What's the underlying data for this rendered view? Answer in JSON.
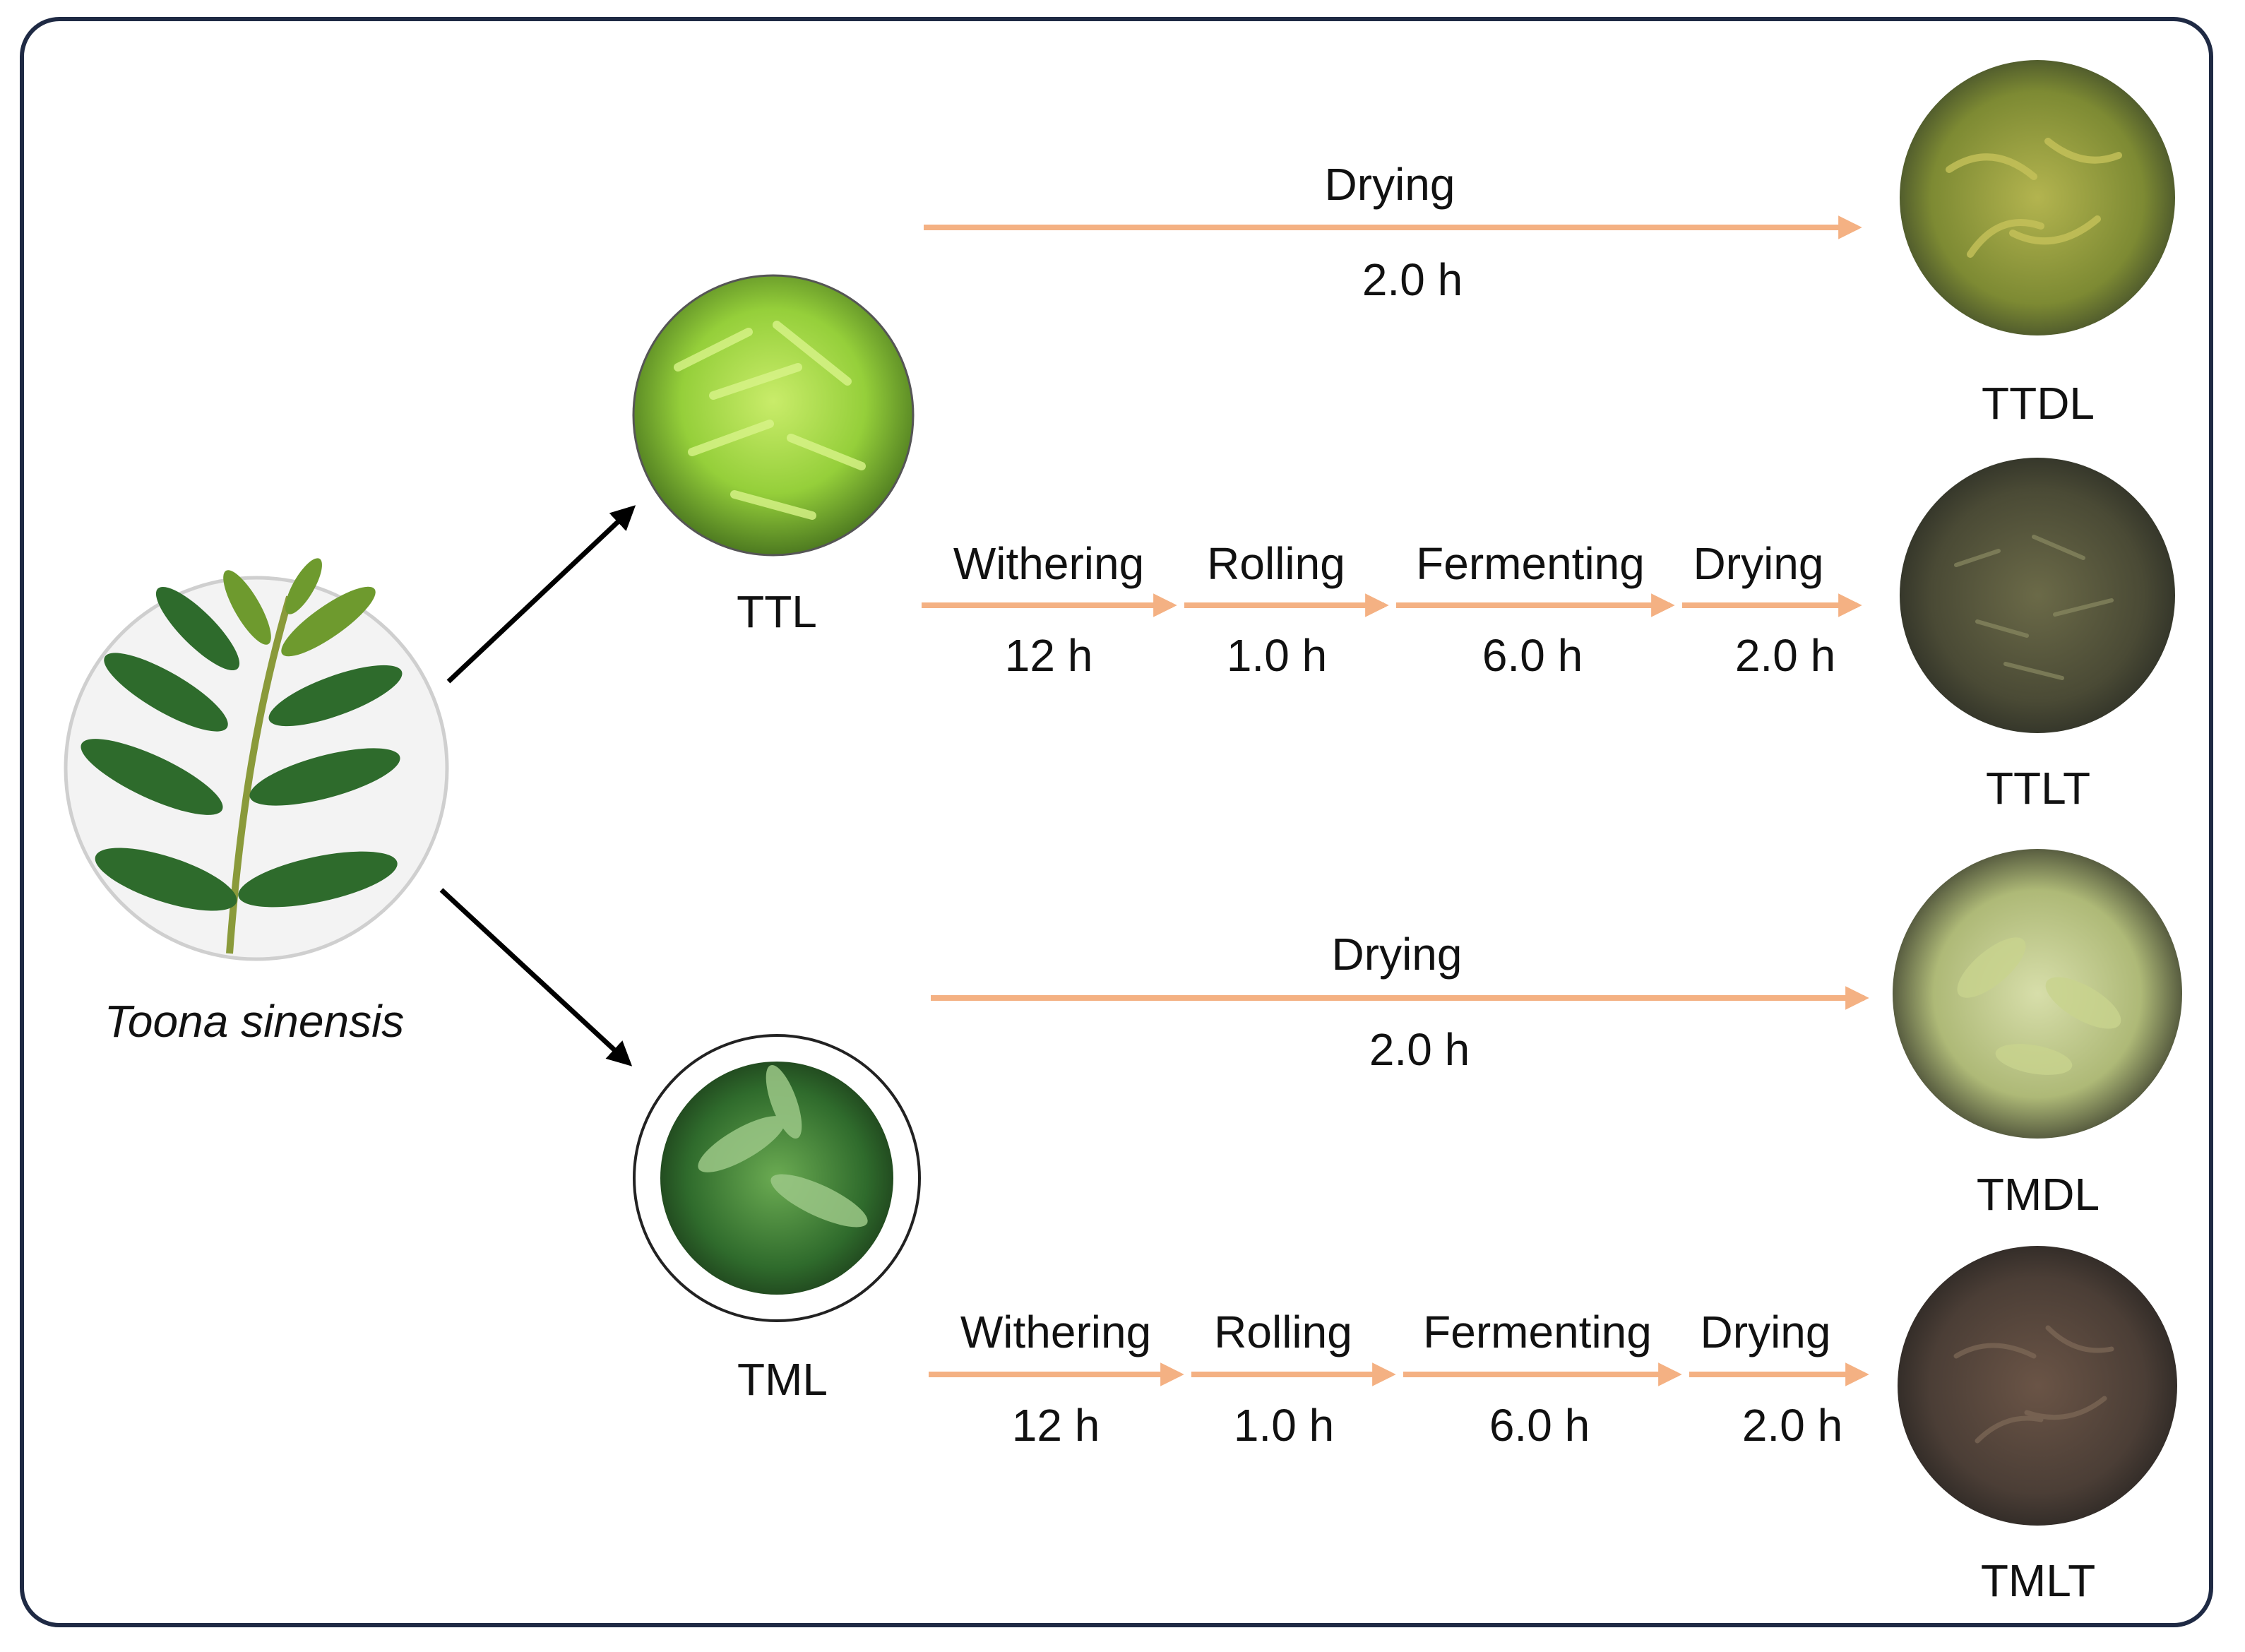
{
  "colors": {
    "frame": "#1f2a44",
    "process_arrow": "#f4b183",
    "branch_arrow": "#000000",
    "text": "#111111"
  },
  "source": {
    "label": "Toona sinensis",
    "image": "compound-leaf-photo"
  },
  "branches": [
    {
      "leaf": {
        "label": "TTL",
        "image": "tender-leaves-photo"
      },
      "routes": [
        {
          "product": "TTDL",
          "image": "dried-tender-leaves-photo",
          "steps": [
            {
              "name": "Drying",
              "time": "2.0 h"
            }
          ]
        },
        {
          "product": "TTLT",
          "image": "tender-leaf-tea-photo",
          "steps": [
            {
              "name": "Withering",
              "time": "12 h"
            },
            {
              "name": "Rolling",
              "time": "1.0 h"
            },
            {
              "name": "Fermenting",
              "time": "6.0 h"
            },
            {
              "name": "Drying",
              "time": "2.0 h"
            }
          ]
        }
      ]
    },
    {
      "leaf": {
        "label": "TML",
        "image": "mature-leaves-photo"
      },
      "routes": [
        {
          "product": "TMDL",
          "image": "dried-mature-leaves-photo",
          "steps": [
            {
              "name": "Drying",
              "time": "2.0 h"
            }
          ]
        },
        {
          "product": "TMLT",
          "image": "mature-leaf-tea-photo",
          "steps": [
            {
              "name": "Withering",
              "time": "12 h"
            },
            {
              "name": "Rolling",
              "time": "1.0 h"
            },
            {
              "name": "Fermenting",
              "time": "6.0 h"
            },
            {
              "name": "Drying",
              "time": "2.0 h"
            }
          ]
        }
      ]
    }
  ]
}
